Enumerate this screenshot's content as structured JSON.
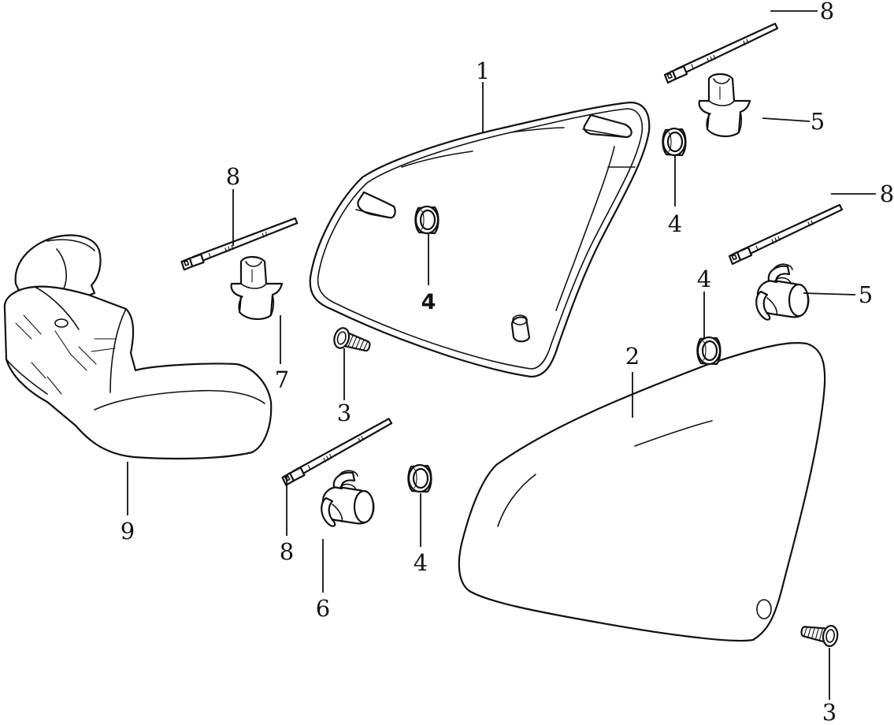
{
  "diagram": {
    "callouts": {
      "c1": "1",
      "c2": "2",
      "c3a": "3",
      "c3b": "3",
      "c4a": "4",
      "c4b": "4",
      "c4c": "4",
      "c4d": "4",
      "c5a": "5",
      "c5b": "5",
      "c6": "6",
      "c7": "7",
      "c8a": "8",
      "c8b": "8",
      "c8c": "8",
      "c8d": "8",
      "c9": "9"
    },
    "colors": {
      "ink": "#111111",
      "background": "#ffffff"
    }
  }
}
